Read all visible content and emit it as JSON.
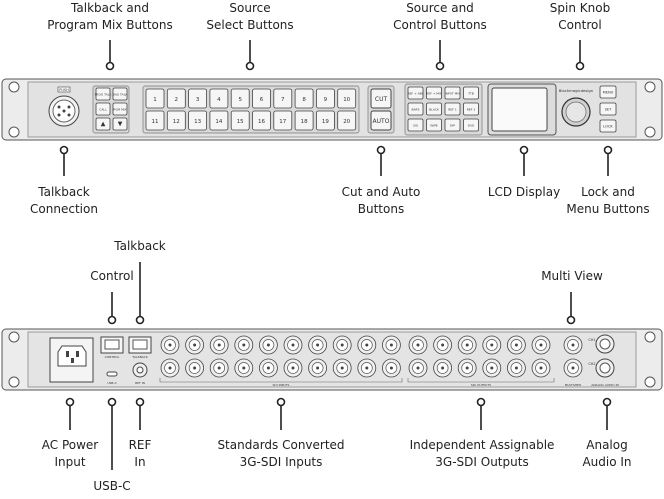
{
  "front_labels": {
    "talkback_program_mix": "Talkback and\nProgram Mix Buttons",
    "source_select": "Source\nSelect Buttons",
    "source_control": "Source and\nControl  Buttons",
    "spin_knob": "Spin Knob\nControl",
    "talkback_connection": "Talkback\nConnection",
    "cut_auto": "Cut and Auto\nButtons",
    "lcd_display": "LCD Display",
    "lock_menu": "Lock and\nMenu Buttons"
  },
  "front_panel": {
    "xlr_label": "PUSH",
    "small_buttons": [
      "PROG TALK",
      "ENG TALK",
      "CALL",
      "PGM MIX",
      "▲",
      "▼"
    ],
    "source_row1": [
      "1",
      "2",
      "3",
      "4",
      "5",
      "6",
      "7",
      "8",
      "9",
      "10"
    ],
    "source_row2": [
      "11",
      "12",
      "13",
      "14",
      "15",
      "16",
      "17",
      "18",
      "19",
      "20"
    ],
    "cut_label": "CUT",
    "auto_label": "AUTO",
    "control_buttons": [
      "REF + ABS",
      "REF + MIX",
      "INPUT MIX",
      "TTB",
      "BARS",
      "BLACK",
      "REF 1",
      "REF 2",
      "SIG",
      "WIPE",
      "DIP",
      "DVE"
    ],
    "brand": "Blackmagicdesign",
    "menu_buttons": [
      "MENU",
      "SET",
      "LOCK"
    ]
  },
  "rear_labels": {
    "talkback": "Talkback",
    "control": "Control",
    "multi_view": "Multi View",
    "ac_power": "AC Power\nInput",
    "usb_c": "USB-C",
    "ref_in": "REF\nIn",
    "sdi_inputs": "Standards Converted\n3G-SDI Inputs",
    "sdi_outputs": "Independent Assignable\n3G-SDI Outputs",
    "analog_audio": "Analog\nAudio In"
  },
  "rear_panel": {
    "ethernet_control": "CONTROL",
    "ethernet_talkback": "TALKBACK",
    "usb_label": "USB-C",
    "ref_label": "REF IN",
    "sdi_in_label": "SDI INPUTS",
    "sdi_out_label": "SDI OUTPUTS",
    "multiview_label": "MULTIVIEW",
    "analog_label": "ANALOG AUDIO IN",
    "ch1": "CH1",
    "ch2": "CH2"
  }
}
